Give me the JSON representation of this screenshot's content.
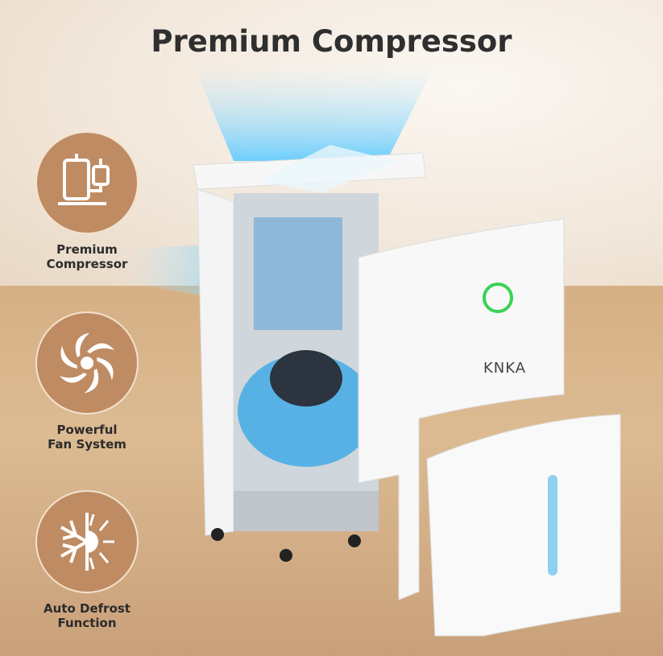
{
  "title": "Premium Compressor",
  "brand": "KNKA",
  "features": [
    {
      "icon": "compressor-icon",
      "line1": "Premium",
      "line2": "Compressor"
    },
    {
      "icon": "fan-icon",
      "line1": "Powerful",
      "line2": "Fan System"
    },
    {
      "icon": "snowflake-sun-icon",
      "line1": "Auto Defrost",
      "line2": "Function"
    }
  ],
  "colors": {
    "accent": "#bf8b62",
    "title": "#2f2f2f",
    "airflow": "#4fc3f7",
    "power_ring": "#39d353"
  }
}
